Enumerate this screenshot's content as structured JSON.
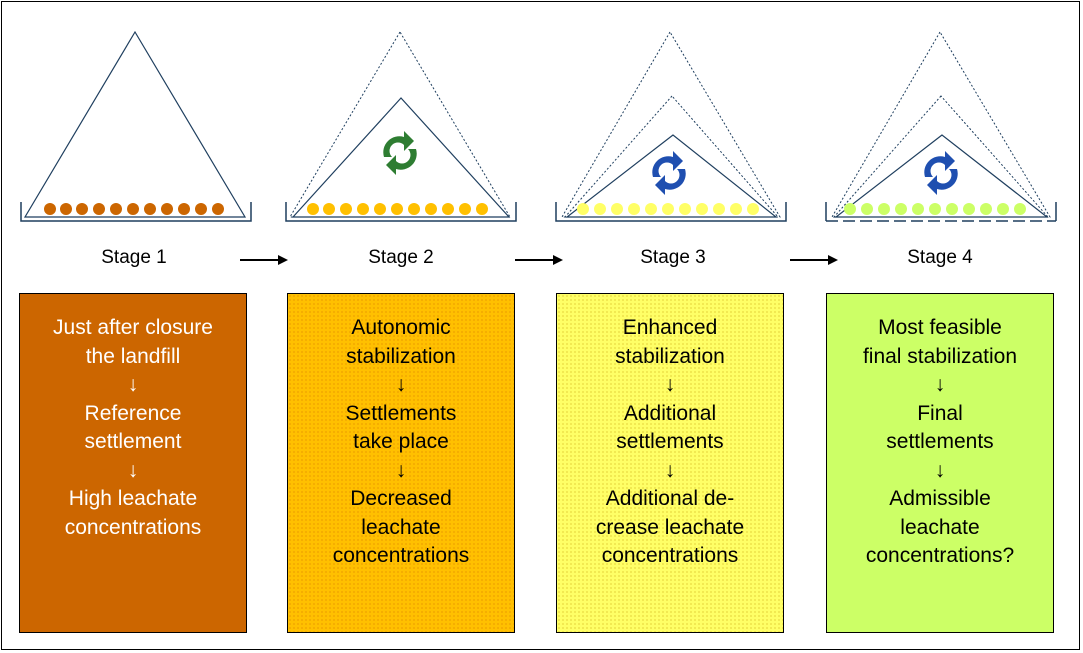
{
  "stages": [
    {
      "label": "Stage 1",
      "lines": [
        "Just after closure",
        "the landfill",
        "↓",
        "Reference",
        "settlement",
        "↓",
        "High leachate",
        "concentrations"
      ]
    },
    {
      "label": "Stage 2",
      "lines": [
        "Autonomic",
        "stabilization",
        "↓",
        "Settlements",
        "take place",
        "↓",
        "Decreased",
        "leachate",
        "concentrations"
      ]
    },
    {
      "label": "Stage 3",
      "lines": [
        "Enhanced",
        "stabilization",
        "↓",
        "Additional",
        "settlements",
        "↓",
        "Additional de-",
        "crease leachate",
        "concentrations"
      ]
    },
    {
      "label": "Stage 4",
      "lines": [
        "Most feasible",
        "final stabilization",
        "↓",
        "Final",
        "settlements",
        "↓",
        "Admissible",
        "leachate",
        "concentrations?"
      ]
    }
  ],
  "colors": {
    "stage1": "#CC6600",
    "stage2": "#FFC000",
    "stage3": "#FFFF66",
    "stage4": "#CCFF66",
    "outline": "#1F3F5F",
    "recycle_stage2": "#2E7D32",
    "recycle_stage3_4": "#1F4FB0"
  },
  "icons": [
    "recycle-icon",
    "arrow-right-icon"
  ]
}
